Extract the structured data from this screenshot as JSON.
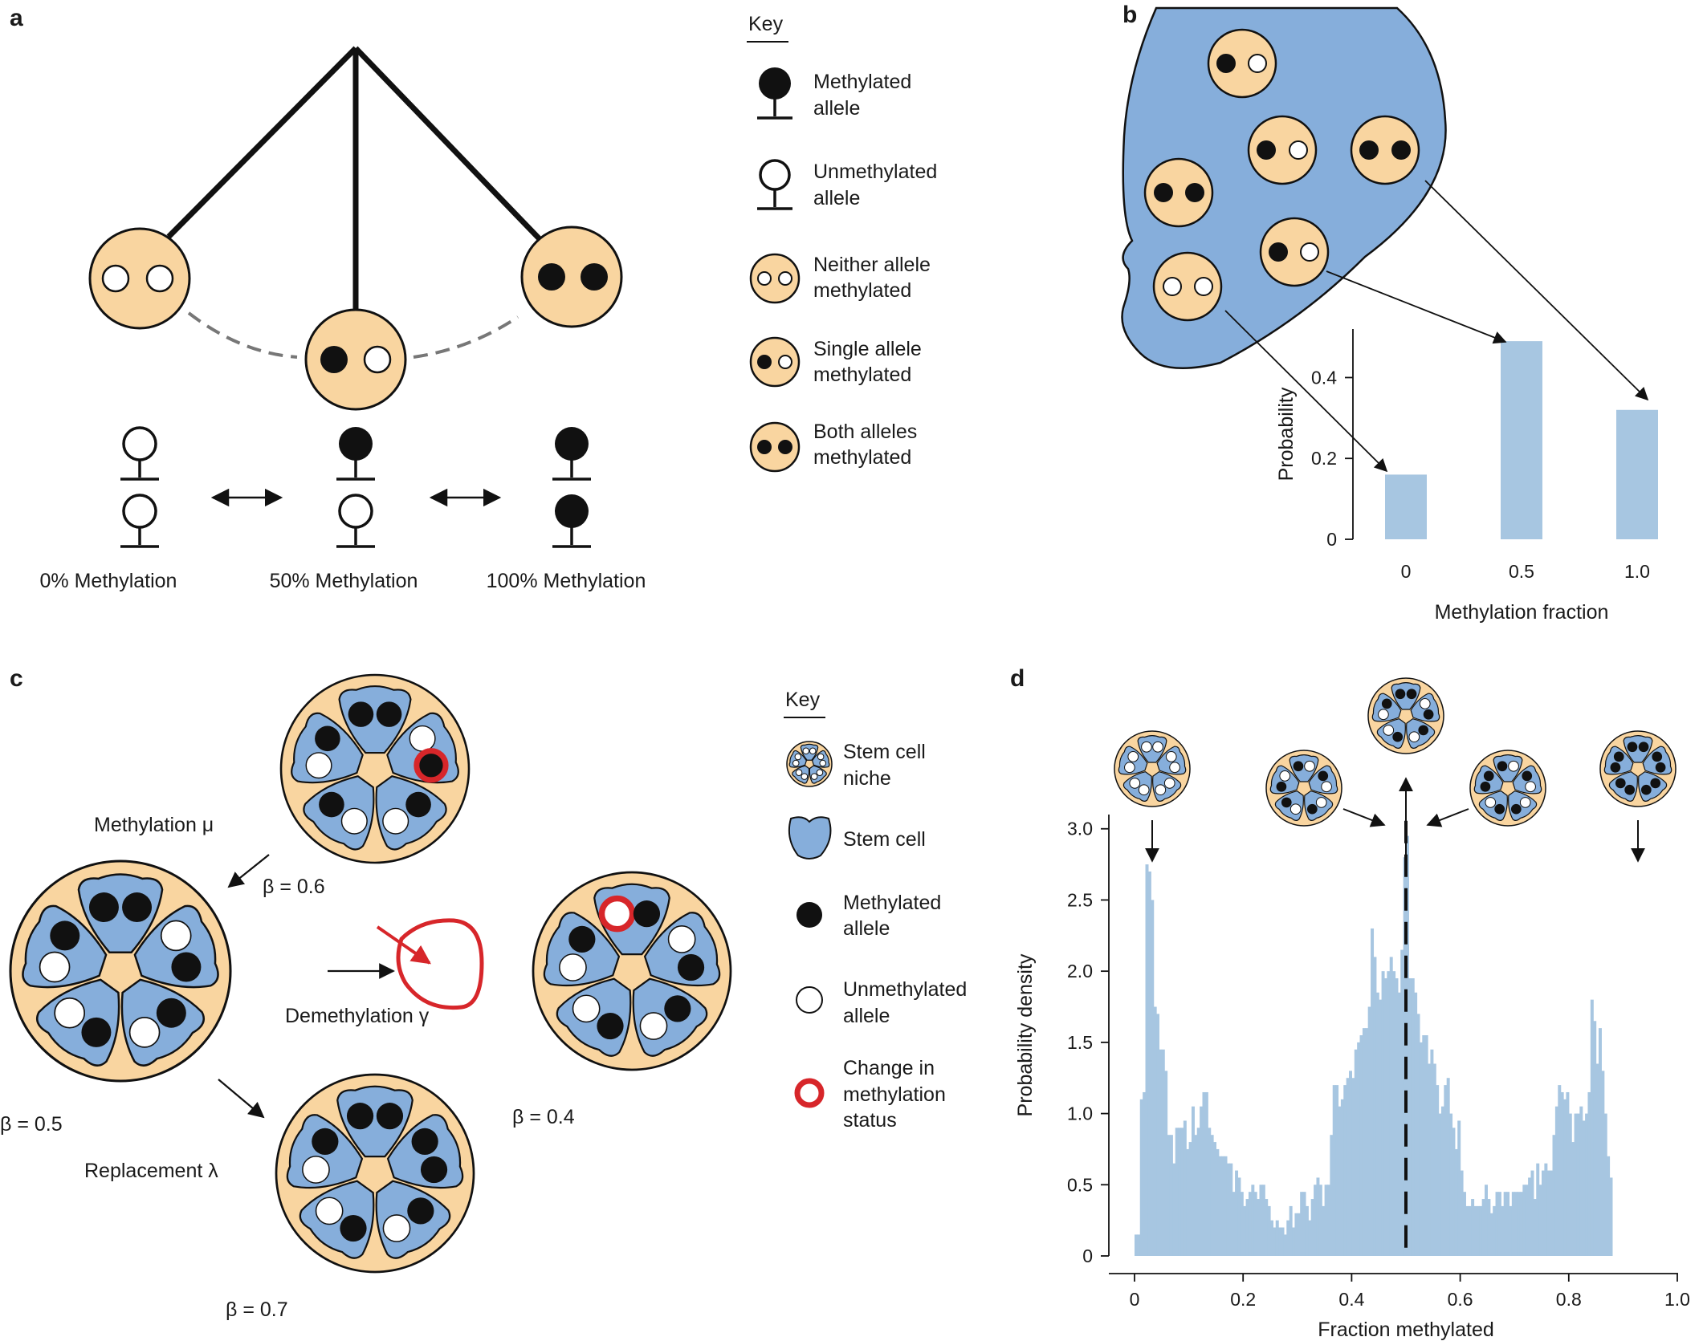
{
  "panel_labels": {
    "a": "a",
    "b": "b",
    "c": "c",
    "d": "d"
  },
  "panel_a": {
    "key_title": "Key",
    "key_items": [
      {
        "line1": "Methylated",
        "line2": "allele"
      },
      {
        "line1": "Unmethylated",
        "line2": "allele"
      },
      {
        "line1": "Neither allele",
        "line2": "methylated"
      },
      {
        "line1": "Single allele",
        "line2": "methylated"
      },
      {
        "line1": "Both alleles",
        "line2": "methylated"
      }
    ],
    "states": [
      "0% Methylation",
      "50% Methylation",
      "100% Methylation"
    ]
  },
  "panel_b": {
    "chart_data": {
      "type": "bar",
      "categories": [
        "0",
        "0.5",
        "1.0"
      ],
      "values": [
        0.16,
        0.49,
        0.32
      ],
      "xlabel": "Methylation fraction",
      "ylabel": "Probability",
      "yticks": [
        "0",
        "0.2",
        "0.4"
      ],
      "ylim": [
        0,
        0.52
      ],
      "bar_color": "#a7c6e1"
    }
  },
  "panel_c": {
    "key_title": "Key",
    "key_items": [
      {
        "line1": "Stem cell",
        "line2": "niche",
        "line3": ""
      },
      {
        "line1": "Stem cell",
        "line2": "",
        "line3": ""
      },
      {
        "line1": "Methylated",
        "line2": "allele",
        "line3": ""
      },
      {
        "line1": "Unmethylated",
        "line2": "allele",
        "line3": ""
      },
      {
        "line1": "Change in",
        "line2": "methylation",
        "line3": "status"
      }
    ],
    "process_labels": {
      "methylation": "Methylation μ",
      "demethylation": "Demethylation γ",
      "replacement": "Replacement λ"
    },
    "beta_labels": {
      "top": "β = 0.6",
      "left": "β = 0.5",
      "right": "β = 0.4",
      "bottom": "β = 0.7"
    },
    "niche_color": "#f9d5a0",
    "cell_color": "#86aedb",
    "change_color": "#d7262a"
  },
  "panel_d": {
    "chart_data": {
      "type": "bar",
      "xlabel": "Fraction methylated",
      "ylabel": "Probability density",
      "xticks": [
        "0",
        "0.2",
        "0.4",
        "0.6",
        "0.8",
        "1.0"
      ],
      "yticks": [
        "0",
        "0.5",
        "1.0",
        "1.5",
        "2.0",
        "2.5",
        "3.0"
      ],
      "xlim": [
        0,
        1.0
      ],
      "ylim": [
        0,
        3.1
      ],
      "bin_width": 0.005,
      "bin_start": 0,
      "values": [
        0.15,
        0.15,
        1.1,
        1.15,
        2.75,
        2.7,
        2.5,
        1.75,
        1.7,
        1.45,
        1.45,
        1.3,
        0.85,
        0.85,
        0.65,
        0.9,
        0.9,
        0.9,
        0.95,
        0.75,
        0.8,
        1.05,
        0.85,
        0.9,
        1.05,
        1.15,
        1.15,
        0.9,
        0.85,
        0.8,
        0.75,
        0.7,
        0.7,
        0.7,
        0.65,
        0.65,
        0.45,
        0.6,
        0.55,
        0.45,
        0.35,
        0.4,
        0.45,
        0.5,
        0.45,
        0.4,
        0.5,
        0.5,
        0.4,
        0.35,
        0.25,
        0.2,
        0.25,
        0.2,
        0.2,
        0.15,
        0.25,
        0.35,
        0.2,
        0.3,
        0.3,
        0.45,
        0.45,
        0.35,
        0.25,
        0.4,
        0.5,
        0.55,
        0.5,
        0.35,
        0.5,
        0.5,
        0.85,
        1.2,
        1.2,
        1.05,
        1.1,
        1.2,
        1.25,
        1.3,
        1.25,
        1.45,
        1.5,
        1.55,
        1.6,
        1.6,
        1.75,
        2.3,
        2.1,
        1.85,
        1.8,
        2.0,
        1.95,
        2.0,
        2.1,
        2.0,
        1.95,
        1.85,
        2.15,
        2.8,
        2.95,
        1.95,
        1.95,
        1.85,
        1.7,
        1.5,
        1.55,
        1.55,
        1.35,
        1.45,
        1.35,
        1.2,
        1.0,
        1.05,
        1.2,
        1.25,
        1.0,
        0.9,
        0.75,
        0.95,
        0.6,
        0.45,
        0.35,
        0.35,
        0.4,
        0.35,
        0.35,
        0.35,
        0.4,
        0.5,
        0.4,
        0.3,
        0.35,
        0.45,
        0.45,
        0.35,
        0.45,
        0.45,
        0.35,
        0.45,
        0.45,
        0.45,
        0.45,
        0.5,
        0.5,
        0.55,
        0.6,
        0.4,
        0.65,
        0.5,
        0.6,
        0.65,
        0.6,
        0.6,
        0.85,
        1.05,
        1.2,
        1.15,
        1.1,
        1.15,
        1.0,
        0.8,
        1.0,
        1.0,
        1.05,
        0.95,
        1.0,
        1.15,
        1.8,
        1.65,
        1.35,
        1.6,
        1.3,
        1.0,
        0.7,
        0.55
      ],
      "dashed_line_x": 0.5,
      "bar_color": "#a7c6e1"
    }
  }
}
